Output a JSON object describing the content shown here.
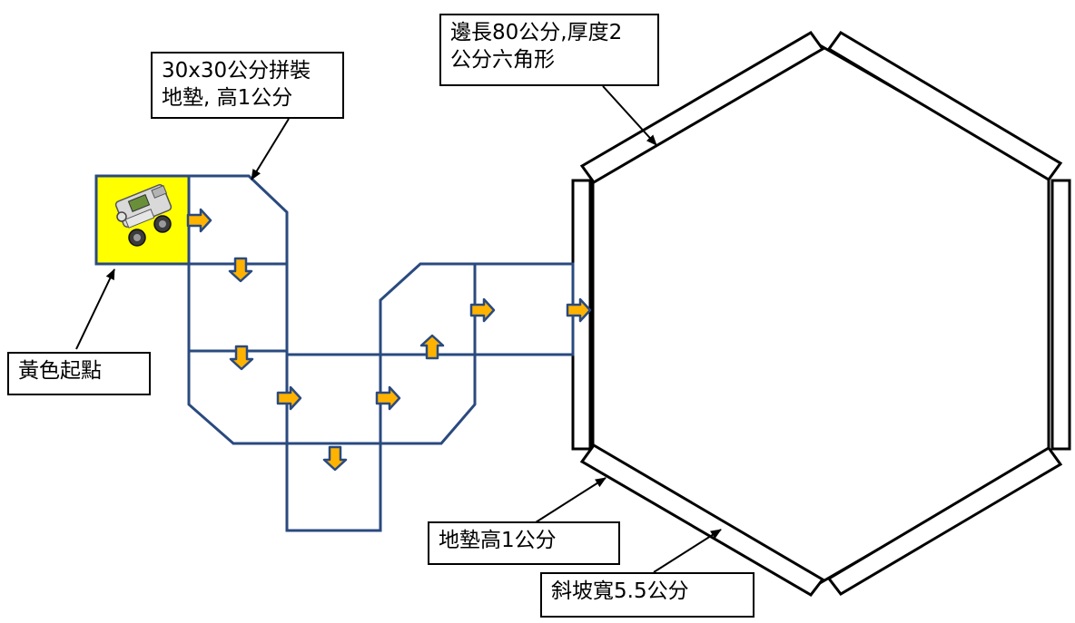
{
  "labels": {
    "mat_note_line1": "30x30公分拼裝",
    "mat_note_line2": "地墊, 高1公分",
    "hexagon_note_line1": "邊長80公分,厚度2",
    "hexagon_note_line2": "公分六角形",
    "start_note": "黃色起點",
    "mat_height_note": "地墊高1公分",
    "ramp_width_note": "斜坡寬5.5公分"
  },
  "colors": {
    "path_outline": "#2a4a7f",
    "arrow_fill": "#ffb300",
    "arrow_outline": "#2a4a7f",
    "start_tile": "#ffff00",
    "hexagon_outline": "#000000",
    "faint_circle": "#e6e6e6"
  },
  "icons": {
    "robot": "lego-nxt-robot-icon",
    "arrow": "direction-arrow-icon"
  }
}
